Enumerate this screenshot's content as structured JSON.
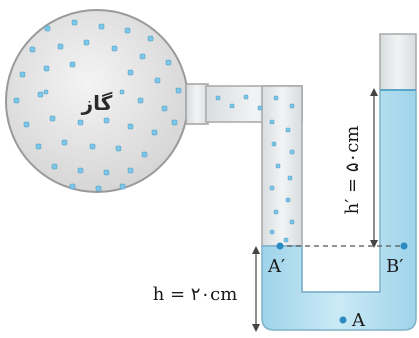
{
  "labels": {
    "gas": "گاز",
    "h": "h = ۲۰cm",
    "h_prime": "h′ = ۵۰cm",
    "point_a": "A",
    "point_a_prime": "A′",
    "point_b_prime": "B′"
  }
}
